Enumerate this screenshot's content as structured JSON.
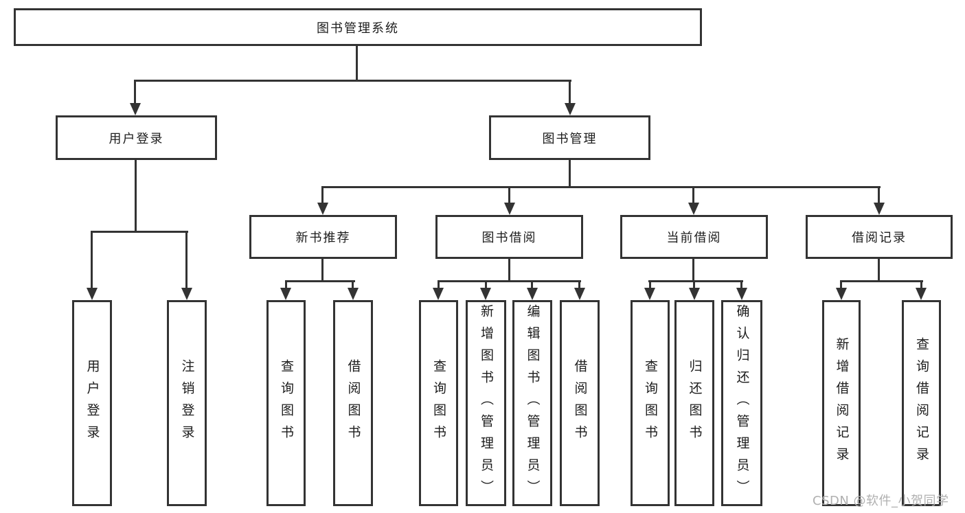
{
  "diagram": {
    "root": "图书管理系统",
    "level2": [
      "用户登录",
      "图书管理"
    ],
    "level3": [
      "新书推荐",
      "图书借阅",
      "当前借阅",
      "借阅记录"
    ],
    "leaves": {
      "login": [
        "用户登录",
        "注销登录"
      ],
      "newbook": [
        "查询图书",
        "借阅图书"
      ],
      "borrowing": [
        "查询图书",
        "新增图书（管理员）",
        "编辑图书（管理员）",
        "借阅图书"
      ],
      "current": [
        "查询图书",
        "归还图书",
        "确认归还（管理员）"
      ],
      "records": [
        "新增借阅记录",
        "查询借阅记录"
      ]
    }
  },
  "watermark": "CSDN @软件_小贺同学",
  "colors": {
    "line": "#333333",
    "text": "#1c1c1c",
    "watermark": "#b0b0b0",
    "background": "#ffffff"
  }
}
